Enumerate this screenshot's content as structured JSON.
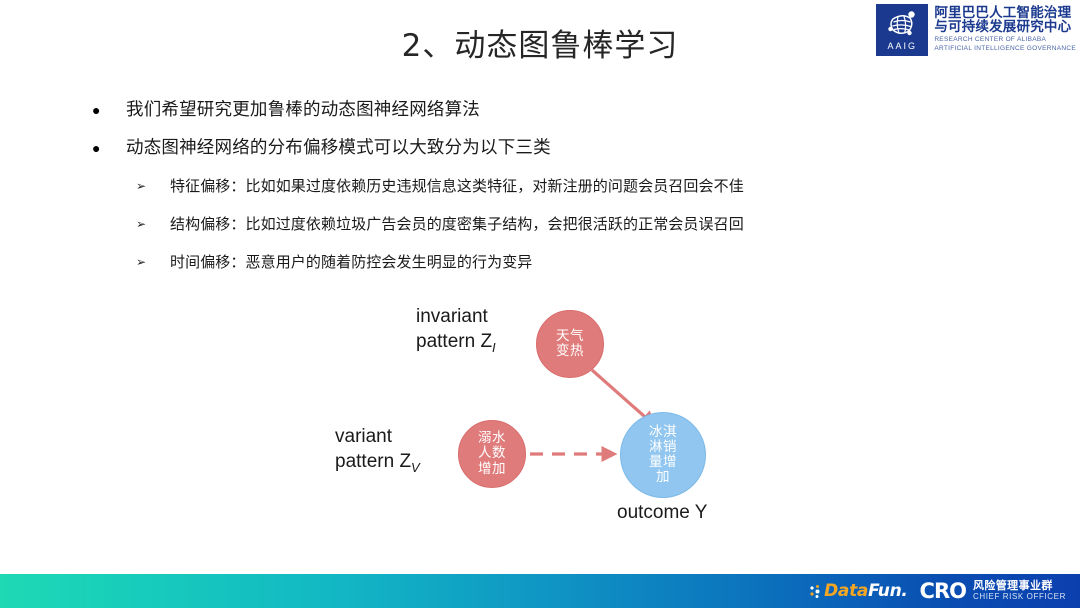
{
  "header": {
    "title": "2、动态图鲁棒学习",
    "logo": {
      "mark_text": "AAIG",
      "cn_line1": "阿里巴巴人工智能治理",
      "cn_line2": "与可持续发展研究中心",
      "en_line1": "RESEARCH CENTER OF ALIBABA",
      "en_line2": "ARTIFICIAL INTELLIGENCE GOVERNANCE",
      "brand_color": "#1b3a8f"
    }
  },
  "body": {
    "bullets": [
      {
        "marker": "●",
        "text": "我们希望研究更加鲁棒的动态图神经网络算法",
        "children": []
      },
      {
        "marker": "●",
        "text": "动态图神经网络的分布偏移模式可以大致分为以下三类",
        "children": [
          {
            "marker": "➢",
            "text": "特征偏移：比如如果过度依赖历史违规信息这类特征，对新注册的问题会员召回会不佳"
          },
          {
            "marker": "➢",
            "text": "结构偏移：比如过度依赖垃圾广告会员的度密集子结构，会把很活跃的正常会员误召回"
          },
          {
            "marker": "➢",
            "text": "时间偏移：恶意用户的随着防控会发生明显的行为变异"
          }
        ]
      }
    ]
  },
  "diagram": {
    "nodes": [
      {
        "id": "weather",
        "label": "天气\n变热",
        "color": "#e07b7b",
        "shape": "circle"
      },
      {
        "id": "drowning",
        "label": "溺水\n人数\n增加",
        "color": "#e07b7b",
        "shape": "circle"
      },
      {
        "id": "icecream",
        "label": "冰淇\n淋销\n量增\n加",
        "color": "#90c6ef",
        "shape": "circle"
      }
    ],
    "labels": {
      "invariant_line1": "invariant",
      "invariant_line2": "pattern",
      "invariant_symbol": "Z",
      "invariant_subscript": "I",
      "variant_line1": "variant",
      "variant_line2": "pattern",
      "variant_symbol": "Z",
      "variant_subscript": "V",
      "outcome": "outcome Y"
    },
    "edges": [
      {
        "from": "weather",
        "to": "icecream",
        "style": "solid",
        "color": "#e07b7b"
      },
      {
        "from": "drowning",
        "to": "icecream",
        "style": "dashed",
        "color": "#e07b7b"
      }
    ]
  },
  "footer": {
    "datafun_dark": "Data",
    "datafun_light": "Fun.",
    "cro_mark": "CRO",
    "cro_cn": "风险管理事业群",
    "cro_en": "CHIEF RISK OFFICER",
    "gradient_start": "#1fd9b4",
    "gradient_end": "#0c3fae"
  }
}
